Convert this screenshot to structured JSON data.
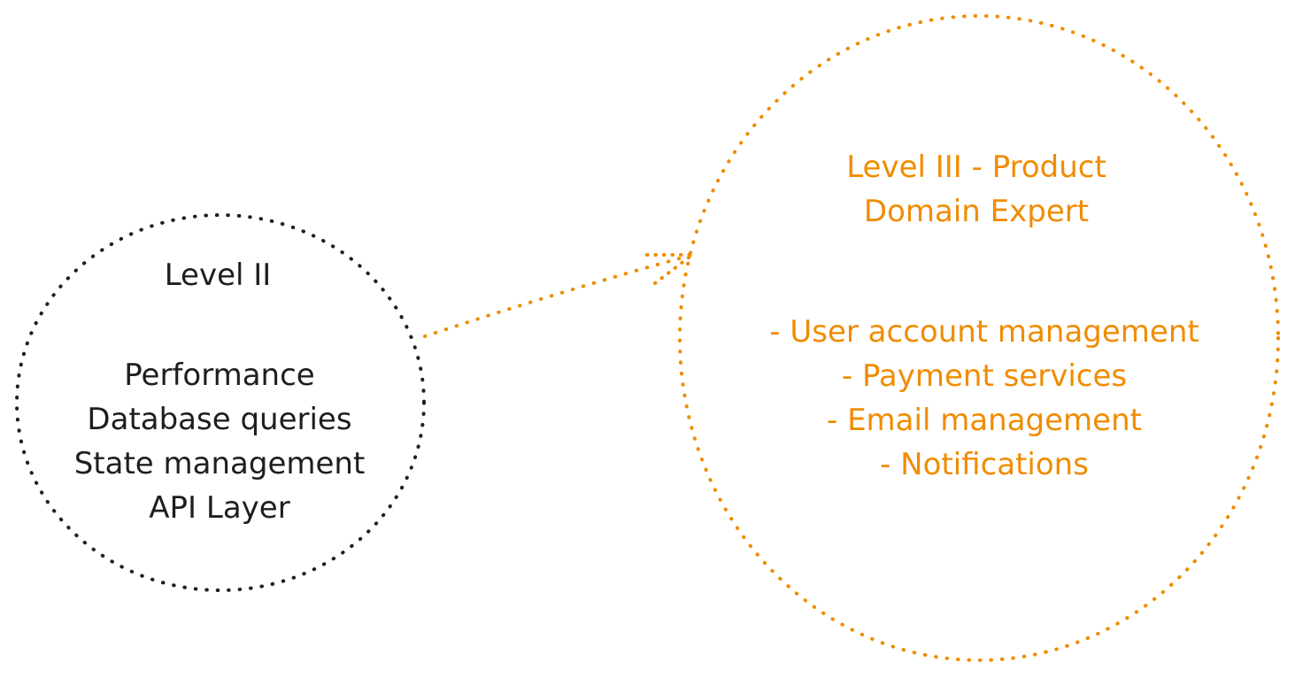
{
  "colors": {
    "left_stroke": "#1e1e1e",
    "left_text": "#1e1e1e",
    "right_stroke": "#f08c00",
    "right_text": "#f08c00",
    "connector": "#f08c00",
    "background": "#ffffff"
  },
  "left_node": {
    "title": "Level II",
    "items": [
      "Performance",
      "Database queries",
      "State management",
      "API Layer"
    ]
  },
  "right_node": {
    "title_line1": "Level III - Product",
    "title_line2": "Domain Expert",
    "items": [
      "- User account management",
      "- Payment services",
      "- Email management",
      "- Notifications"
    ]
  },
  "connector": {
    "from": "left_node",
    "to": "right_node",
    "style": "dotted",
    "arrowhead": "arrow"
  }
}
